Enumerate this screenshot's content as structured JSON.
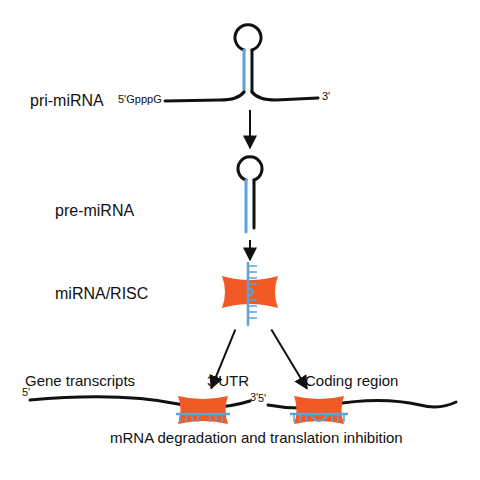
{
  "diagram": {
    "nodes": [
      {
        "text": [
          "pri-miRNA"
        ]
      },
      {
        "text": [
          "pre-miRNA"
        ]
      },
      {
        "text": [
          "miRNA/RISC"
        ]
      },
      {
        "text": [
          "3'UTR"
        ]
      },
      {
        "text": [
          "Coding region"
        ]
      }
    ],
    "edges": [
      {
        "from": 0,
        "to": 1,
        "arrow": "to"
      },
      {
        "from": 1,
        "to": 2,
        "arrow": "to"
      },
      {
        "from": 2,
        "to": 3,
        "arrow": "to"
      },
      {
        "from": 2,
        "to": 4,
        "arrow": "to"
      }
    ],
    "labels": [
      "5'GpppG",
      "3'",
      "Gene transcripts",
      "5'",
      "3'",
      "5'",
      "mRNA degradation and translation inhibition"
    ]
  }
}
